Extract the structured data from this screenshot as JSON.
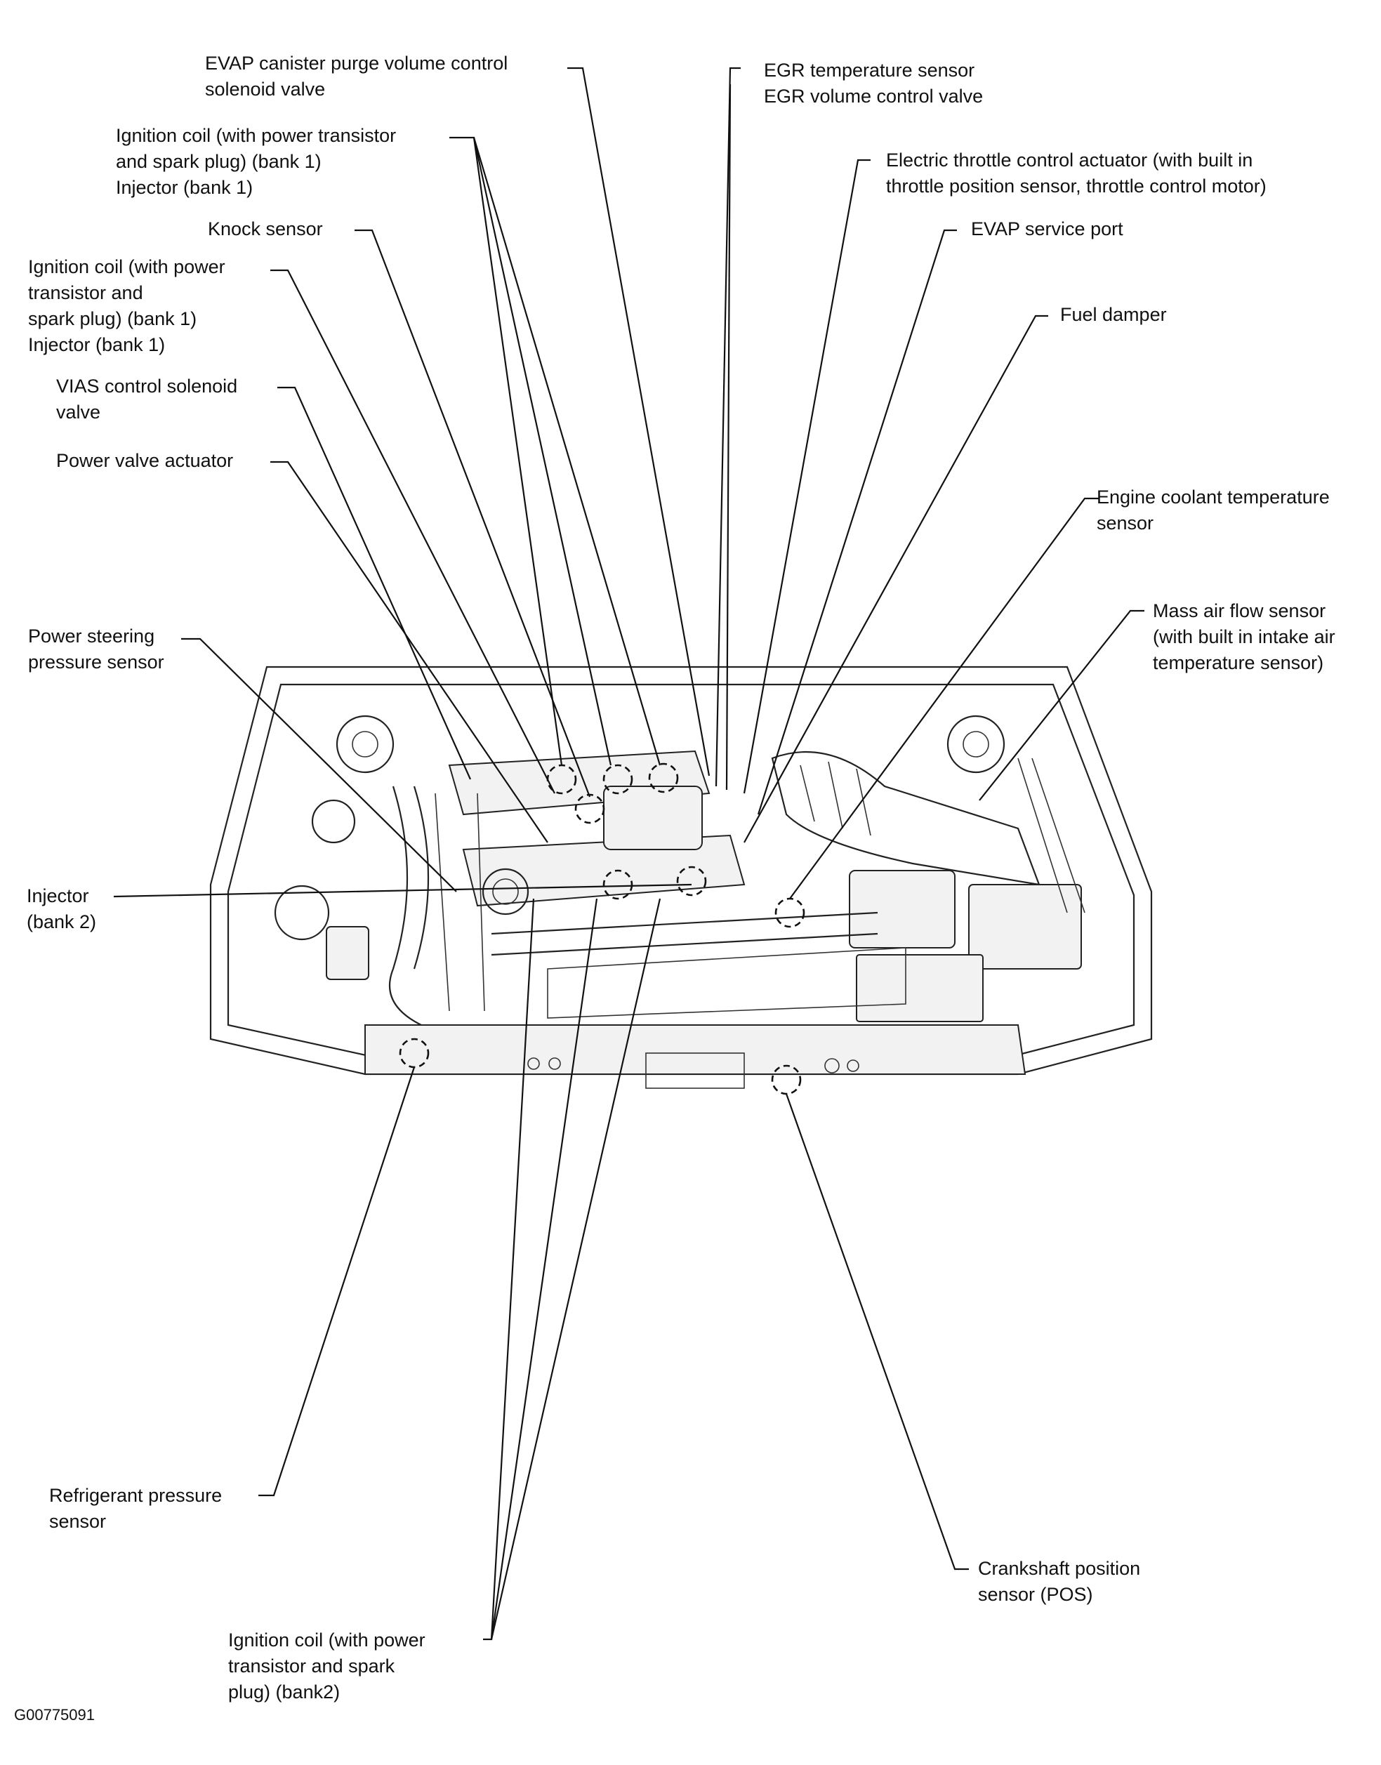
{
  "labels": {
    "evap_canister": [
      "EVAP canister purge volume control",
      "solenoid valve"
    ],
    "egr": [
      "EGR temperature sensor",
      "EGR volume control valve"
    ],
    "ign_coil_top": [
      "Ignition coil (with power transistor",
      "and spark plug) (bank 1)",
      "Injector (bank 1)"
    ],
    "throttle": [
      "Electric throttle control actuator (with built in",
      "throttle position sensor, throttle control motor)"
    ],
    "knock": [
      "Knock sensor"
    ],
    "evap_service": [
      "EVAP service port"
    ],
    "ign_coil_left": [
      "Ignition coil (with power",
      "transistor and",
      "spark plug) (bank 1)",
      "Injector (bank 1)"
    ],
    "fuel_damper": [
      "Fuel damper"
    ],
    "vias": [
      "VIAS control solenoid",
      "valve"
    ],
    "power_valve": [
      "Power valve actuator"
    ],
    "coolant": [
      "Engine coolant temperature",
      "sensor"
    ],
    "power_steering": [
      "Power steering",
      "pressure sensor"
    ],
    "maf": [
      "Mass air flow sensor",
      "(with built in intake air",
      "temperature sensor)"
    ],
    "injector_bank2": [
      "Injector",
      "(bank 2)"
    ],
    "refrigerant": [
      "Refrigerant pressure",
      "sensor"
    ],
    "crankshaft": [
      "Crankshaft position",
      "sensor (POS)"
    ],
    "ign_coil_bank2": [
      "Ignition coil (with power",
      "transistor and spark",
      "plug) (bank2)"
    ]
  },
  "figure_code": "G00775091"
}
